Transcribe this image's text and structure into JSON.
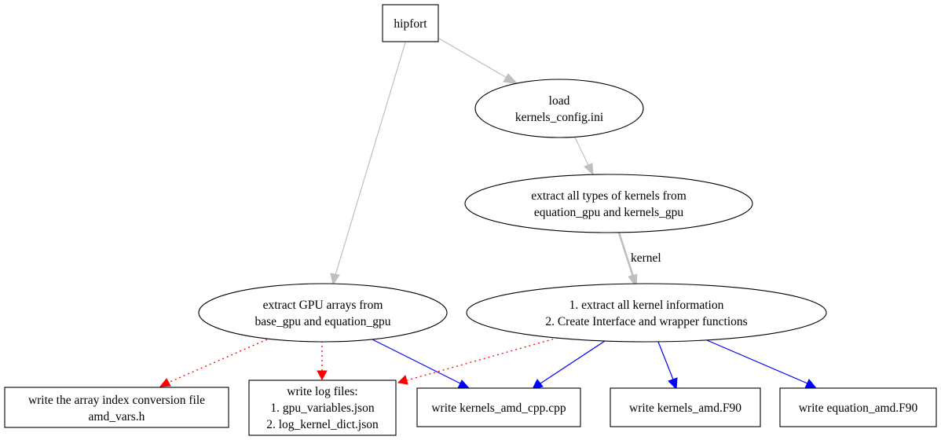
{
  "nodes": {
    "hipfort": {
      "lines": [
        "hipfort"
      ]
    },
    "load_config": {
      "lines": [
        "load",
        "kernels_config.ini"
      ]
    },
    "extract_kernel_types": {
      "lines": [
        "extract all types of kernels from",
        "equation_gpu and kernels_gpu"
      ]
    },
    "extract_gpu_arrays": {
      "lines": [
        "extract GPU arrays from",
        "base_gpu and equation_gpu"
      ]
    },
    "extract_kernel_info": {
      "lines": [
        "1. extract all kernel information",
        "2. Create Interface and wrapper functions"
      ]
    },
    "write_index_file": {
      "lines": [
        "write the array index conversion file",
        "amd_vars.h"
      ]
    },
    "write_log_files": {
      "lines": [
        "write log files:",
        "1. gpu_variables.json",
        "2. log_kernel_dict.json"
      ]
    },
    "write_kernels_cpp": {
      "lines": [
        "write kernels_amd_cpp.cpp"
      ]
    },
    "write_kernels_f90": {
      "lines": [
        "write kernels_amd.F90"
      ]
    },
    "write_equation_f90": {
      "lines": [
        "write equation_amd.F90"
      ]
    }
  },
  "edges": [
    {
      "from": "hipfort",
      "to": "load_config",
      "style": "gray"
    },
    {
      "from": "hipfort",
      "to": "extract_gpu_arrays",
      "style": "gray"
    },
    {
      "from": "load_config",
      "to": "extract_kernel_types",
      "style": "gray"
    },
    {
      "from": "extract_kernel_types",
      "to": "extract_kernel_info",
      "style": "gray-thick",
      "label": "kernel"
    },
    {
      "from": "extract_gpu_arrays",
      "to": "write_index_file",
      "style": "red-dotted"
    },
    {
      "from": "extract_gpu_arrays",
      "to": "write_log_files",
      "style": "red-dotted"
    },
    {
      "from": "extract_gpu_arrays",
      "to": "write_kernels_cpp",
      "style": "blue"
    },
    {
      "from": "extract_kernel_info",
      "to": "write_log_files",
      "style": "red-dotted"
    },
    {
      "from": "extract_kernel_info",
      "to": "write_kernels_cpp",
      "style": "blue"
    },
    {
      "from": "extract_kernel_info",
      "to": "write_kernels_f90",
      "style": "blue"
    },
    {
      "from": "extract_kernel_info",
      "to": "write_equation_f90",
      "style": "blue"
    }
  ],
  "colors": {
    "default_edge": "#bfbfbf",
    "blue_edge": "#0000ff",
    "red_edge": "#ff0000",
    "node_stroke": "#000000"
  }
}
